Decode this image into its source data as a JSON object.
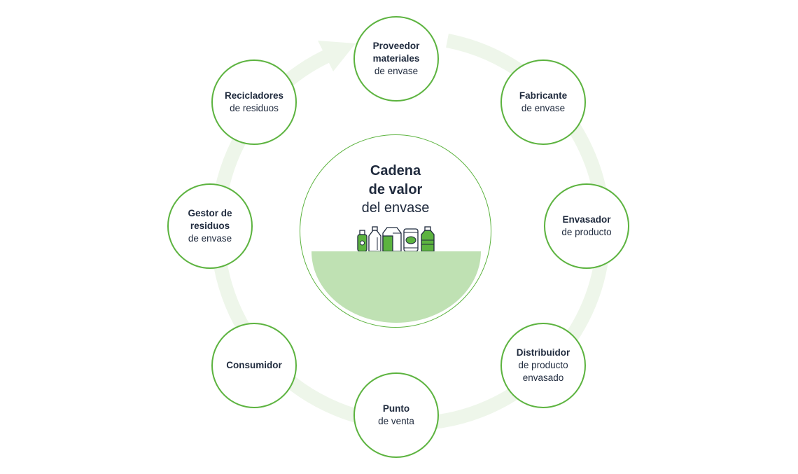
{
  "colors": {
    "accent": "#5cb33f",
    "ring": "#eef6ea",
    "bowl": "#bfe1b3",
    "text": "#1f2a3d"
  },
  "center": {
    "title": "Cadena\nde valor",
    "subtitle": "del envase",
    "icons": [
      "small-bottle-icon",
      "jug-icon",
      "carton-icon",
      "can-icon",
      "bottle-icon"
    ]
  },
  "nodes": [
    {
      "id": "proveedor",
      "bold": "Proveedor\nmateriales",
      "normal": "de envase"
    },
    {
      "id": "fabricante",
      "bold": "Fabricante",
      "normal": "de envase"
    },
    {
      "id": "envasador",
      "bold": "Envasador",
      "normal": "de producto"
    },
    {
      "id": "distribuidor",
      "bold": "Distribuidor",
      "normal": "de producto\nenvasado"
    },
    {
      "id": "punto-venta",
      "bold": "Punto",
      "normal": "de venta"
    },
    {
      "id": "consumidor",
      "bold": "Consumidor",
      "normal": ""
    },
    {
      "id": "gestor",
      "bold": "Gestor de\nresiduos",
      "normal": "de envase"
    },
    {
      "id": "recicladores",
      "bold": "Recicladores",
      "normal": "de residuos"
    }
  ]
}
